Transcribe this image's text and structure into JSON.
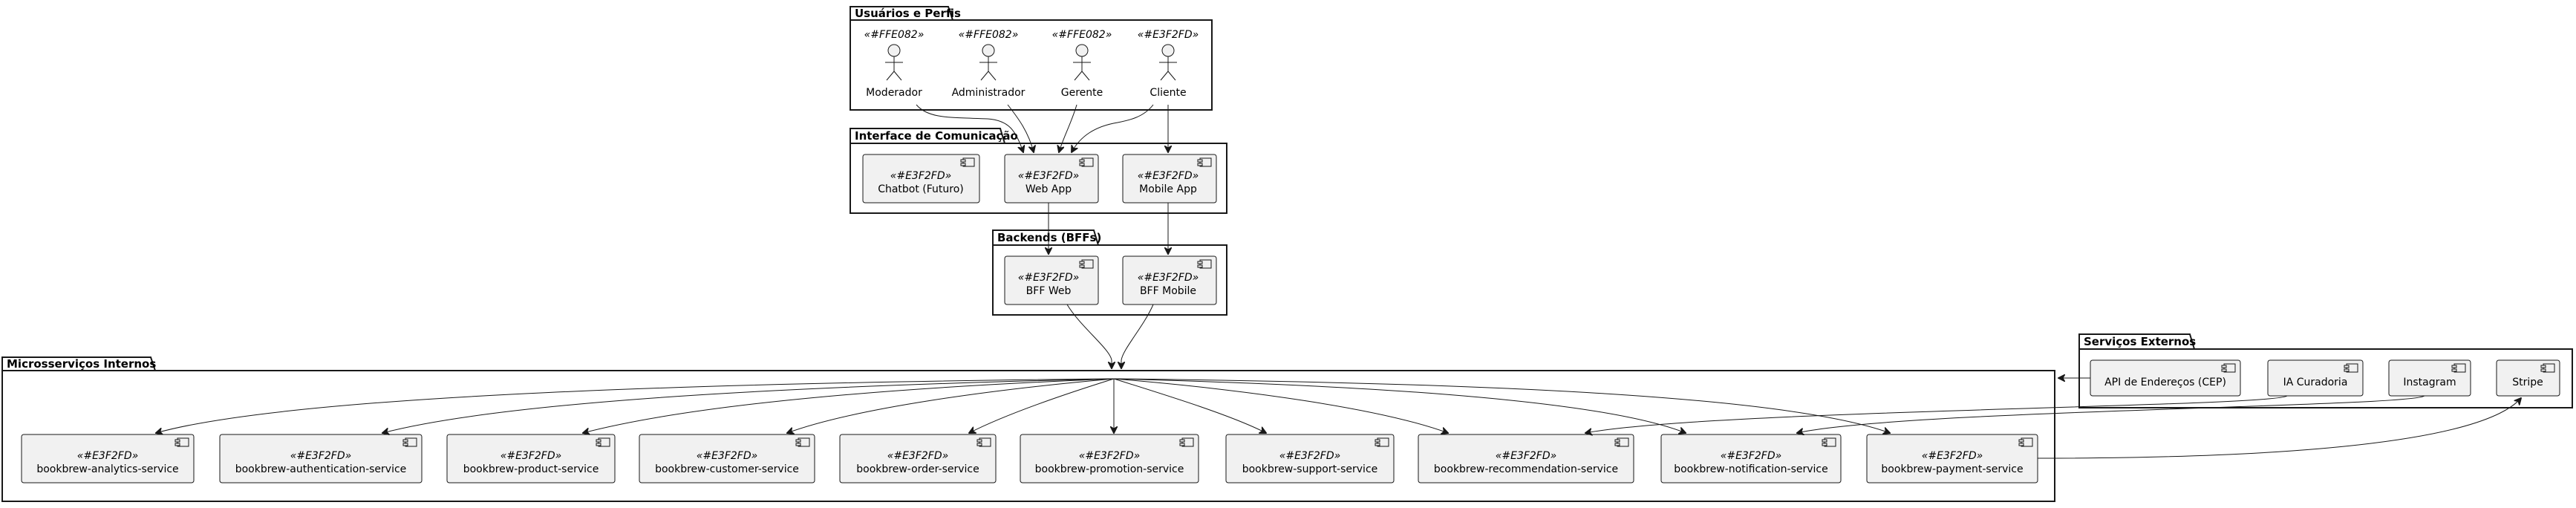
{
  "diagram": {
    "packages": {
      "users": "Usuários e Perfis",
      "interface": "Interface de Comunicação",
      "bffs": "Backends (BFFs)",
      "micro": "Microsserviços Internos",
      "external": "Serviços Externos"
    },
    "actors": [
      {
        "id": "moderador",
        "name": "Moderador",
        "stereotype": "«#FFE082»"
      },
      {
        "id": "administrador",
        "name": "Administrador",
        "stereotype": "«#FFE082»"
      },
      {
        "id": "gerente",
        "name": "Gerente",
        "stereotype": "«#FFE082»"
      },
      {
        "id": "cliente",
        "name": "Cliente",
        "stereotype": "«#E3F2FD»"
      }
    ],
    "interface_components": [
      {
        "id": "chatbot",
        "name": "Chatbot (Futuro)",
        "stereotype": "«#E3F2FD»"
      },
      {
        "id": "webapp",
        "name": "Web App",
        "stereotype": "«#E3F2FD»"
      },
      {
        "id": "mobileapp",
        "name": "Mobile App",
        "stereotype": "«#E3F2FD»"
      }
    ],
    "bff_components": [
      {
        "id": "bffweb",
        "name": "BFF Web",
        "stereotype": "«#E3F2FD»"
      },
      {
        "id": "bffmobile",
        "name": "BFF Mobile",
        "stereotype": "«#E3F2FD»"
      }
    ],
    "services": [
      {
        "id": "analytics",
        "name": "bookbrew-analytics-service",
        "stereotype": "«#E3F2FD»"
      },
      {
        "id": "authentication",
        "name": "bookbrew-authentication-service",
        "stereotype": "«#E3F2FD»"
      },
      {
        "id": "product",
        "name": "bookbrew-product-service",
        "stereotype": "«#E3F2FD»"
      },
      {
        "id": "customer",
        "name": "bookbrew-customer-service",
        "stereotype": "«#E3F2FD»"
      },
      {
        "id": "order",
        "name": "bookbrew-order-service",
        "stereotype": "«#E3F2FD»"
      },
      {
        "id": "promotion",
        "name": "bookbrew-promotion-service",
        "stereotype": "«#E3F2FD»"
      },
      {
        "id": "support",
        "name": "bookbrew-support-service",
        "stereotype": "«#E3F2FD»"
      },
      {
        "id": "recommendation",
        "name": "bookbrew-recommendation-service",
        "stereotype": "«#E3F2FD»"
      },
      {
        "id": "notification",
        "name": "bookbrew-notification-service",
        "stereotype": "«#E3F2FD»"
      },
      {
        "id": "payment",
        "name": "bookbrew-payment-service",
        "stereotype": "«#E3F2FD»"
      }
    ],
    "external_components": [
      {
        "id": "cep",
        "name": "API de Endereços (CEP)"
      },
      {
        "id": "ia",
        "name": "IA Curadoria"
      },
      {
        "id": "instagram",
        "name": "Instagram"
      },
      {
        "id": "stripe",
        "name": "Stripe"
      }
    ]
  }
}
